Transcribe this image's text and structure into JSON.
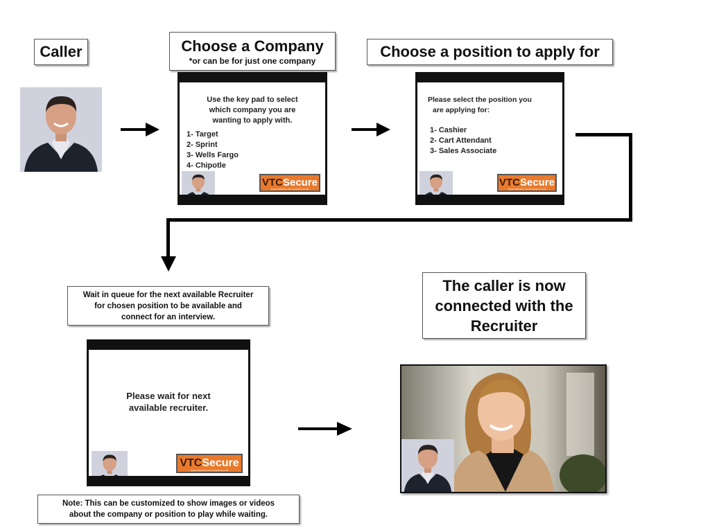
{
  "caller": {
    "label": "Caller"
  },
  "step1": {
    "title": "Choose a Company",
    "subtitle": "*or can be for just one company",
    "screen_lines": [
      "Use the key pad to select",
      "which company you are",
      "wanting to apply with."
    ],
    "options": [
      "1- Target",
      "2- Sprint",
      "3- Wells Fargo",
      "4- Chipotle"
    ]
  },
  "step2": {
    "title": "Choose a position to apply for",
    "screen_lines": [
      "Please select the position you",
      "are applying for:"
    ],
    "options": [
      "1- Cashier",
      "2- Cart Attendant",
      "3- Sales Associate"
    ]
  },
  "step3": {
    "caption": [
      "Wait in queue for the next available Recruiter",
      "for chosen position to be available and",
      "connect for an interview."
    ],
    "screen_lines": [
      "Please wait for next",
      "available recruiter."
    ],
    "note": [
      "Note: This can be customized to show images or videos",
      "about the company or position to play while waiting."
    ]
  },
  "step4": {
    "caption": [
      "The caller is now",
      "connected with the",
      "Recruiter"
    ]
  },
  "brand": {
    "prefix": "VTC",
    "name": "Secure",
    "tagline": "Equal & Effective Communication For All"
  },
  "colors": {
    "brand_orange": "#e97a2c",
    "frame": "#111111"
  }
}
